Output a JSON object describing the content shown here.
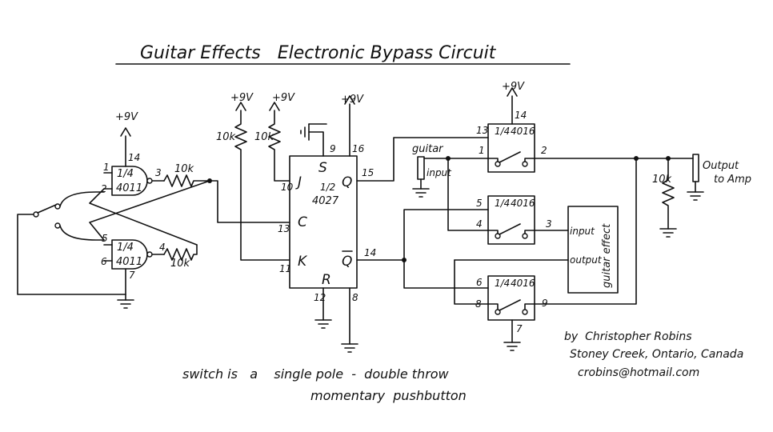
{
  "title": "Guitar Effects   Electronic Bypass Circuit",
  "supply": "+9V",
  "resistor_10k": "10k",
  "nand_chip": {
    "fraction": "1/4",
    "part": "4011"
  },
  "flipflop": {
    "fraction": "1/2",
    "part": "4027",
    "J": "J",
    "K": "K",
    "C": "C",
    "S": "S",
    "R": "R",
    "Q": "Q",
    "Qbar": "Q"
  },
  "switch_chip": {
    "fraction": "1/4",
    "part": "4016"
  },
  "pins": {
    "nand_top": {
      "vdd": "14",
      "in1": "1",
      "in2": "2",
      "out": "3"
    },
    "nand_bot": {
      "in1": "5",
      "in2": "6",
      "out": "4",
      "gnd": "7"
    },
    "ff": {
      "J": "10",
      "C": "13",
      "K": "11",
      "S": "9",
      "vdd": "16",
      "Q": "15",
      "Qbar": "14",
      "R": "12",
      "gnd": "8"
    },
    "sw1": {
      "ctrl": "13",
      "vdd": "14",
      "a": "1",
      "b": "2"
    },
    "sw2": {
      "ctrl": "5",
      "a": "4",
      "b": "3"
    },
    "sw3": {
      "ctrl": "6",
      "a": "8",
      "b": "9",
      "gnd": "7"
    }
  },
  "guitar_label": "guitar",
  "input_label": "input",
  "output_label": "output",
  "output_jack": "Output to Amp",
  "effect_label": "guitar effect",
  "credit": {
    "name": "by  Christopher Robins",
    "place": "Stoney Creek, Ontario, Canada",
    "email": "crobins@hotmail.com"
  },
  "note": {
    "line1": "switch is   a    single pole  -  double throw",
    "line2": "momentary  pushbutton"
  }
}
